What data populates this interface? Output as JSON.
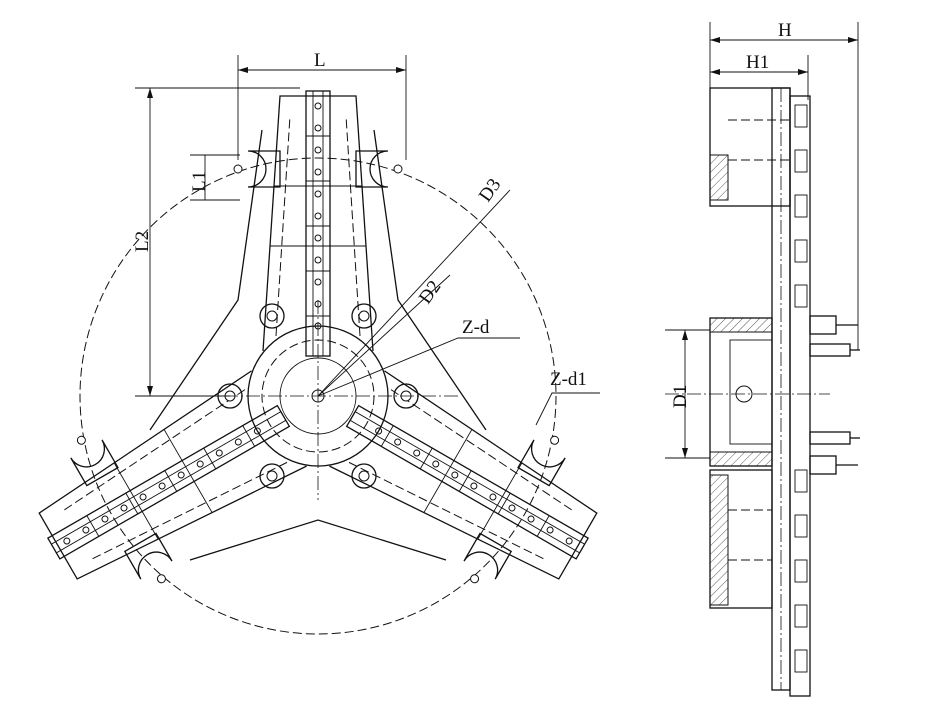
{
  "labels": {
    "L": "L",
    "L1": "L1",
    "L2": "L2",
    "D3": "D3",
    "D2": "D2",
    "Z_d": "Z-d",
    "Z_d1": "Z-d1",
    "H": "H",
    "H1": "H1",
    "D1": "D1"
  }
}
